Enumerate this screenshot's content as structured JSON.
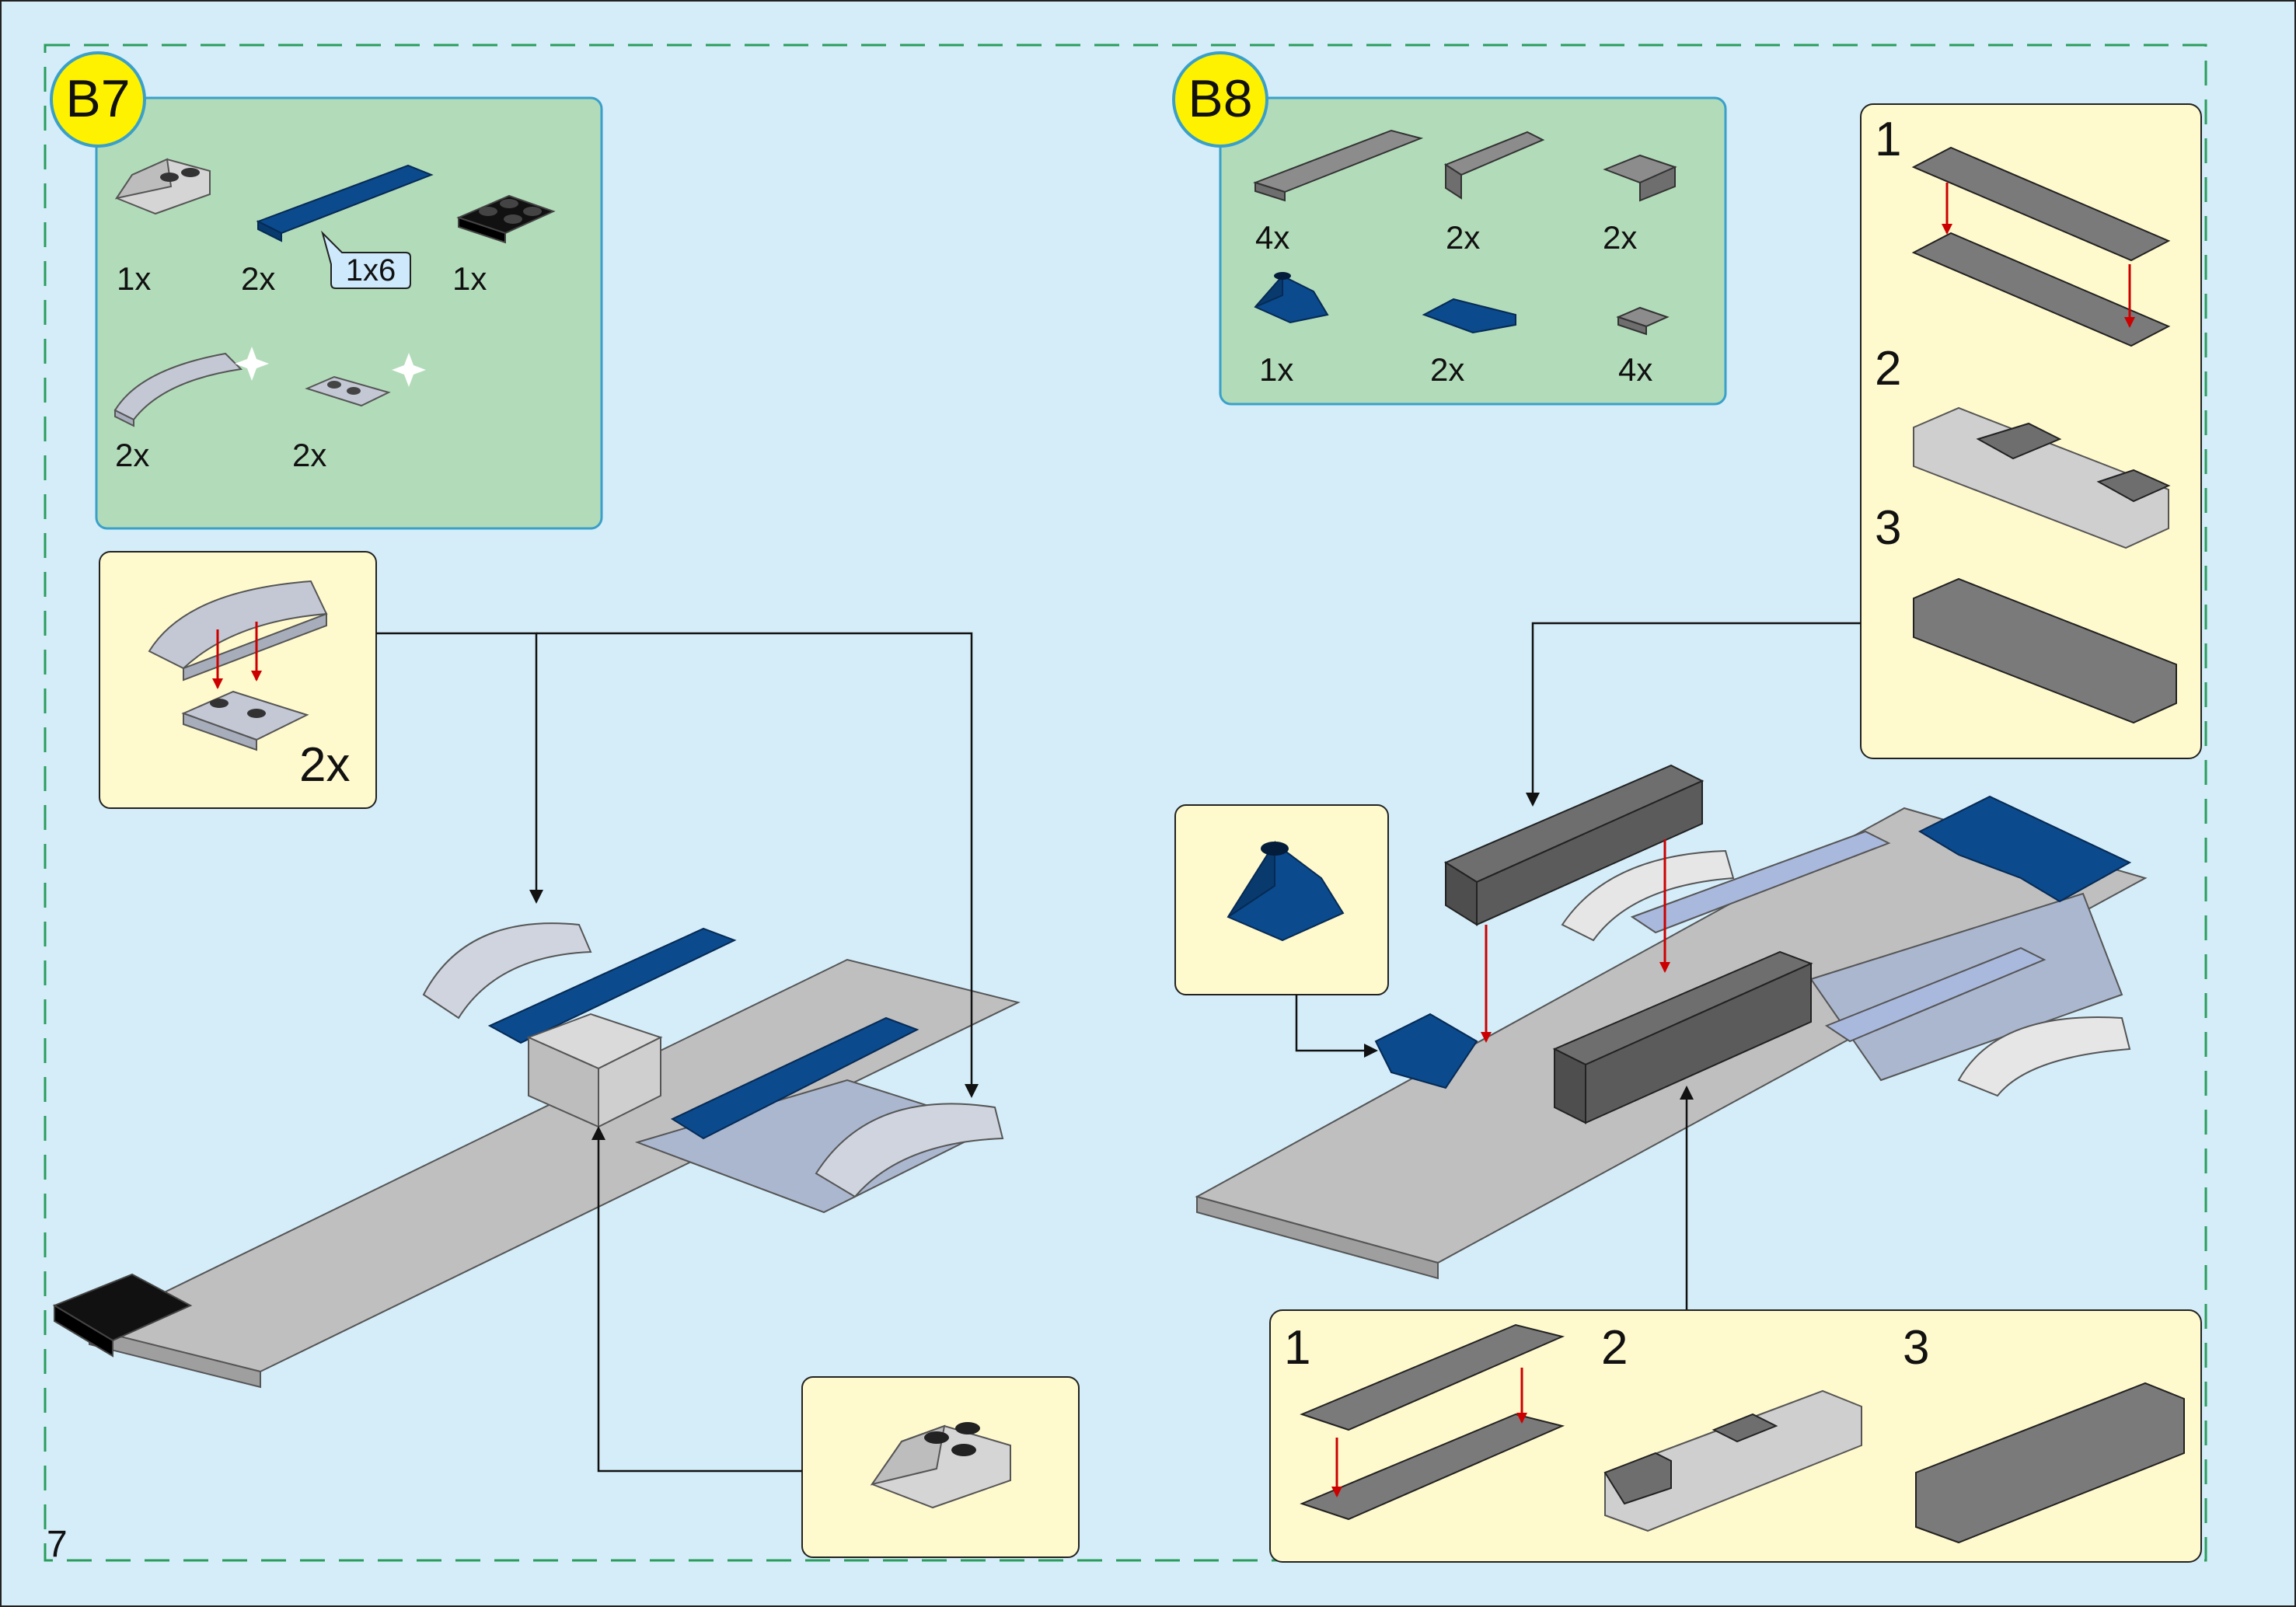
{
  "page": {
    "number": "7"
  },
  "steps": [
    {
      "badge": "B7",
      "parts": [
        {
          "icon": "light-gray-slope-2x2-icon",
          "qty": "1x"
        },
        {
          "icon": "dark-blue-plate-1x6-icon",
          "qty": "2x",
          "callout": "1x6"
        },
        {
          "icon": "black-plate-2x2-icon",
          "qty": "1x"
        },
        {
          "icon": "light-bluish-gray-curved-slope-icon",
          "qty": "2x"
        },
        {
          "icon": "light-bluish-gray-clip-plate-icon",
          "qty": "2x"
        }
      ],
      "subassemblies": [
        {
          "icon": "curved-slope-on-clip-plate-icon",
          "qty": "2x"
        },
        {
          "icon": "light-gray-slope-icon",
          "qty": ""
        }
      ]
    },
    {
      "badge": "B8",
      "parts": [
        {
          "icon": "dark-gray-plate-1x6-icon",
          "qty": "4x"
        },
        {
          "icon": "dark-gray-technic-brick-1x4-icon",
          "qty": "2x"
        },
        {
          "icon": "dark-gray-bracket-icon",
          "qty": "2x"
        },
        {
          "icon": "dark-blue-slope-icon",
          "qty": "1x"
        },
        {
          "icon": "dark-blue-corner-plate-icon",
          "qty": "2x"
        },
        {
          "icon": "dark-gray-plate-1x1-icon",
          "qty": "4x"
        }
      ],
      "substeps_top": [
        "1",
        "2",
        "3"
      ],
      "substeps_bottom": [
        "1",
        "2",
        "3"
      ]
    }
  ],
  "colors": {
    "background": "#d4edf9",
    "parts_box": "#b2dcb9",
    "subassembly_box": "#fffacd",
    "badge": "#fff200",
    "border_line": "#2a9d5c",
    "dark_blue": "#0b4a8c",
    "arrow_red": "#cc0000"
  }
}
